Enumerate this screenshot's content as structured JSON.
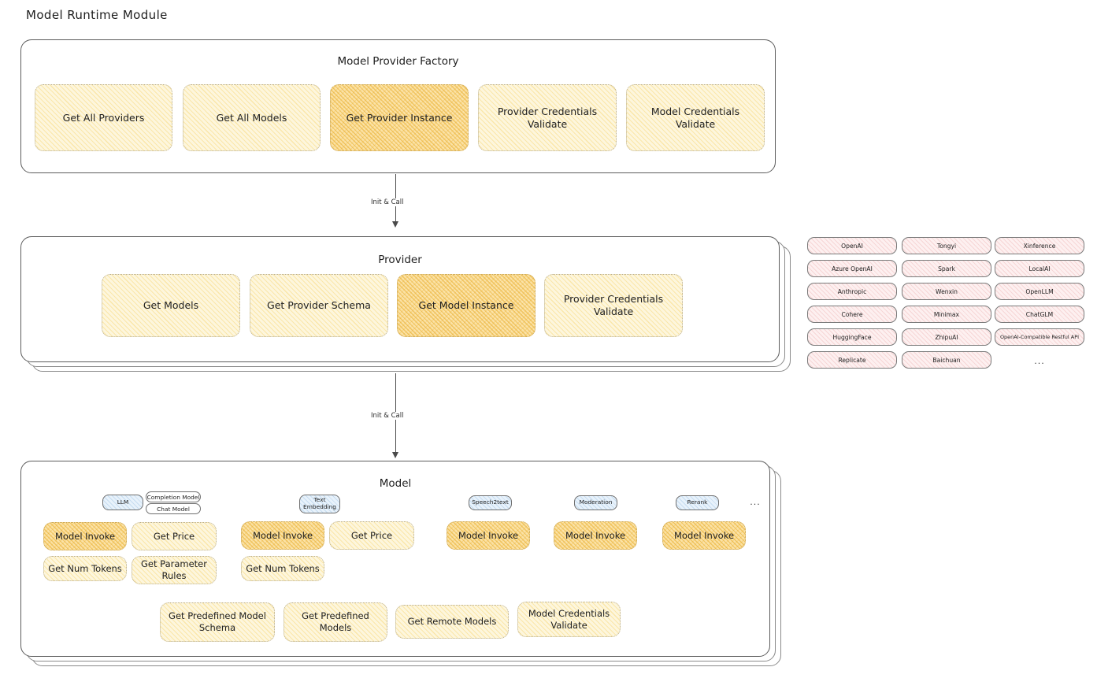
{
  "page": {
    "title": "Model Runtime Module"
  },
  "factory": {
    "title": "Model Provider Factory",
    "nodes": [
      {
        "label": "Get All Providers",
        "highlighted": false
      },
      {
        "label": "Get All Models",
        "highlighted": false
      },
      {
        "label": "Get Provider Instance",
        "highlighted": true
      },
      {
        "label": "Provider Credentials Validate",
        "highlighted": false
      },
      {
        "label": "Model Credentials Validate",
        "highlighted": false
      }
    ]
  },
  "arrows": [
    {
      "label": "Init & Call"
    },
    {
      "label": "Init & Call"
    }
  ],
  "provider": {
    "title": "Provider",
    "nodes": [
      {
        "label": "Get Models",
        "highlighted": false
      },
      {
        "label": "Get Provider Schema",
        "highlighted": false
      },
      {
        "label": "Get Model Instance",
        "highlighted": true
      },
      {
        "label": "Provider Credentials Validate",
        "highlighted": false
      }
    ]
  },
  "provider_list": {
    "columns": [
      {
        "items": [
          "OpenAI",
          "Azure OpenAI",
          "Anthropic",
          "Cohere",
          "HuggingFace",
          "Replicate"
        ],
        "more": ""
      },
      {
        "items": [
          "Tongyi",
          "Spark",
          "Wenxin",
          "Minimax",
          "ZhipuAI",
          "Baichuan"
        ],
        "more": ""
      },
      {
        "items": [
          "Xinference",
          "LocalAI",
          "OpenLLM",
          "ChatGLM",
          "OpenAI-Compatible Restful API"
        ],
        "more": "..."
      }
    ]
  },
  "model": {
    "title": "Model",
    "types": [
      {
        "name": "LLM",
        "sub_chips": [
          "Completion Model",
          "Chat Model"
        ],
        "nodes": [
          {
            "label": "Model Invoke",
            "highlighted": true
          },
          {
            "label": "Get Price",
            "highlighted": false
          },
          {
            "label": "Get Num Tokens",
            "highlighted": false
          },
          {
            "label": "Get Parameter Rules",
            "highlighted": false
          }
        ]
      },
      {
        "name": "Text Embedding",
        "sub_chips": [],
        "nodes": [
          {
            "label": "Model Invoke",
            "highlighted": true
          },
          {
            "label": "Get Price",
            "highlighted": false
          },
          {
            "label": "Get Num Tokens",
            "highlighted": false
          }
        ]
      },
      {
        "name": "Speech2text",
        "sub_chips": [],
        "nodes": [
          {
            "label": "Model Invoke",
            "highlighted": true
          }
        ]
      },
      {
        "name": "Moderation",
        "sub_chips": [],
        "nodes": [
          {
            "label": "Model Invoke",
            "highlighted": true
          }
        ]
      },
      {
        "name": "Rerank",
        "sub_chips": [],
        "nodes": [
          {
            "label": "Model Invoke",
            "highlighted": true
          }
        ]
      }
    ],
    "more": "...",
    "shared_nodes": [
      {
        "label": "Get Predefined Model Schema"
      },
      {
        "label": "Get Predefined Models"
      },
      {
        "label": "Get Remote Models"
      },
      {
        "label": "Model Credentials Validate"
      }
    ]
  },
  "colors": {
    "node_fill": "#fdf6dd",
    "node_highlight_fill": "#fbe2a6",
    "chip_blue_fill": "#e8f2fb",
    "chip_pink_fill": "#fdf0f0",
    "stroke": "#5c5c5c"
  }
}
